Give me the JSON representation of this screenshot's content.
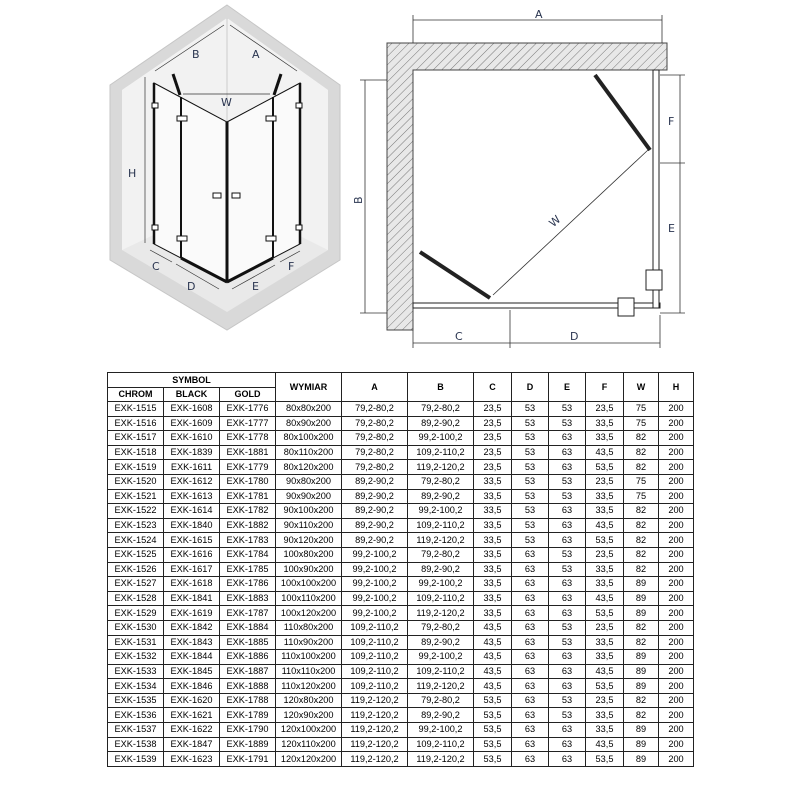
{
  "iso_labels": {
    "a": "A",
    "b": "B",
    "w": "W",
    "h": "H",
    "c": "C",
    "d": "D",
    "e": "E",
    "f": "F"
  },
  "plan_labels": {
    "a": "A",
    "b": "B",
    "c": "C",
    "d": "D",
    "e": "E",
    "f": "F",
    "w": "W"
  },
  "table": {
    "symbol_header": "SYMBOL",
    "sub_headers": [
      "CHROM",
      "BLACK",
      "GOLD"
    ],
    "headers": [
      "WYMIAR",
      "A",
      "B",
      "C",
      "D",
      "E",
      "F",
      "W",
      "H"
    ],
    "rows": [
      [
        "EXK-1515",
        "EXK-1608",
        "EXK-1776",
        "80x80x200",
        "79,2-80,2",
        "79,2-80,2",
        "23,5",
        "53",
        "53",
        "23,5",
        "75",
        "200"
      ],
      [
        "EXK-1516",
        "EXK-1609",
        "EXK-1777",
        "80x90x200",
        "79,2-80,2",
        "89,2-90,2",
        "23,5",
        "53",
        "53",
        "33,5",
        "75",
        "200"
      ],
      [
        "EXK-1517",
        "EXK-1610",
        "EXK-1778",
        "80x100x200",
        "79,2-80,2",
        "99,2-100,2",
        "23,5",
        "53",
        "63",
        "33,5",
        "82",
        "200"
      ],
      [
        "EXK-1518",
        "EXK-1839",
        "EXK-1881",
        "80x110x200",
        "79,2-80,2",
        "109,2-110,2",
        "23,5",
        "53",
        "63",
        "43,5",
        "82",
        "200"
      ],
      [
        "EXK-1519",
        "EXK-1611",
        "EXK-1779",
        "80x120x200",
        "79,2-80,2",
        "119,2-120,2",
        "23,5",
        "53",
        "63",
        "53,5",
        "82",
        "200"
      ],
      [
        "EXK-1520",
        "EXK-1612",
        "EXK-1780",
        "90x80x200",
        "89,2-90,2",
        "79,2-80,2",
        "33,5",
        "53",
        "53",
        "23,5",
        "75",
        "200"
      ],
      [
        "EXK-1521",
        "EXK-1613",
        "EXK-1781",
        "90x90x200",
        "89,2-90,2",
        "89,2-90,2",
        "33,5",
        "53",
        "53",
        "33,5",
        "75",
        "200"
      ],
      [
        "EXK-1522",
        "EXK-1614",
        "EXK-1782",
        "90x100x200",
        "89,2-90,2",
        "99,2-100,2",
        "33,5",
        "53",
        "63",
        "33,5",
        "82",
        "200"
      ],
      [
        "EXK-1523",
        "EXK-1840",
        "EXK-1882",
        "90x110x200",
        "89,2-90,2",
        "109,2-110,2",
        "33,5",
        "53",
        "63",
        "43,5",
        "82",
        "200"
      ],
      [
        "EXK-1524",
        "EXK-1615",
        "EXK-1783",
        "90x120x200",
        "89,2-90,2",
        "119,2-120,2",
        "33,5",
        "53",
        "63",
        "53,5",
        "82",
        "200"
      ],
      [
        "EXK-1525",
        "EXK-1616",
        "EXK-1784",
        "100x80x200",
        "99,2-100,2",
        "79,2-80,2",
        "33,5",
        "63",
        "53",
        "23,5",
        "82",
        "200"
      ],
      [
        "EXK-1526",
        "EXK-1617",
        "EXK-1785",
        "100x90x200",
        "99,2-100,2",
        "89,2-90,2",
        "33,5",
        "63",
        "53",
        "33,5",
        "82",
        "200"
      ],
      [
        "EXK-1527",
        "EXK-1618",
        "EXK-1786",
        "100x100x200",
        "99,2-100,2",
        "99,2-100,2",
        "33,5",
        "63",
        "63",
        "33,5",
        "89",
        "200"
      ],
      [
        "EXK-1528",
        "EXK-1841",
        "EXK-1883",
        "100x110x200",
        "99,2-100,2",
        "109,2-110,2",
        "33,5",
        "63",
        "63",
        "43,5",
        "89",
        "200"
      ],
      [
        "EXK-1529",
        "EXK-1619",
        "EXK-1787",
        "100x120x200",
        "99,2-100,2",
        "119,2-120,2",
        "33,5",
        "63",
        "63",
        "53,5",
        "89",
        "200"
      ],
      [
        "EXK-1530",
        "EXK-1842",
        "EXK-1884",
        "110x80x200",
        "109,2-110,2",
        "79,2-80,2",
        "43,5",
        "63",
        "53",
        "23,5",
        "82",
        "200"
      ],
      [
        "EXK-1531",
        "EXK-1843",
        "EXK-1885",
        "110x90x200",
        "109,2-110,2",
        "89,2-90,2",
        "43,5",
        "63",
        "53",
        "33,5",
        "82",
        "200"
      ],
      [
        "EXK-1532",
        "EXK-1844",
        "EXK-1886",
        "110x100x200",
        "109,2-110,2",
        "99,2-100,2",
        "43,5",
        "63",
        "63",
        "33,5",
        "89",
        "200"
      ],
      [
        "EXK-1533",
        "EXK-1845",
        "EXK-1887",
        "110x110x200",
        "109,2-110,2",
        "109,2-110,2",
        "43,5",
        "63",
        "63",
        "43,5",
        "89",
        "200"
      ],
      [
        "EXK-1534",
        "EXK-1846",
        "EXK-1888",
        "110x120x200",
        "109,2-110,2",
        "119,2-120,2",
        "43,5",
        "63",
        "63",
        "53,5",
        "89",
        "200"
      ],
      [
        "EXK-1535",
        "EXK-1620",
        "EXK-1788",
        "120x80x200",
        "119,2-120,2",
        "79,2-80,2",
        "53,5",
        "63",
        "53",
        "23,5",
        "82",
        "200"
      ],
      [
        "EXK-1536",
        "EXK-1621",
        "EXK-1789",
        "120x90x200",
        "119,2-120,2",
        "89,2-90,2",
        "53,5",
        "63",
        "53",
        "33,5",
        "82",
        "200"
      ],
      [
        "EXK-1537",
        "EXK-1622",
        "EXK-1790",
        "120x100x200",
        "119,2-120,2",
        "99,2-100,2",
        "53,5",
        "63",
        "63",
        "33,5",
        "89",
        "200"
      ],
      [
        "EXK-1538",
        "EXK-1847",
        "EXK-1889",
        "120x110x200",
        "119,2-120,2",
        "109,2-110,2",
        "53,5",
        "63",
        "63",
        "43,5",
        "89",
        "200"
      ],
      [
        "EXK-1539",
        "EXK-1623",
        "EXK-1791",
        "120x120x200",
        "119,2-120,2",
        "119,2-120,2",
        "53,5",
        "63",
        "63",
        "53,5",
        "89",
        "200"
      ]
    ]
  }
}
